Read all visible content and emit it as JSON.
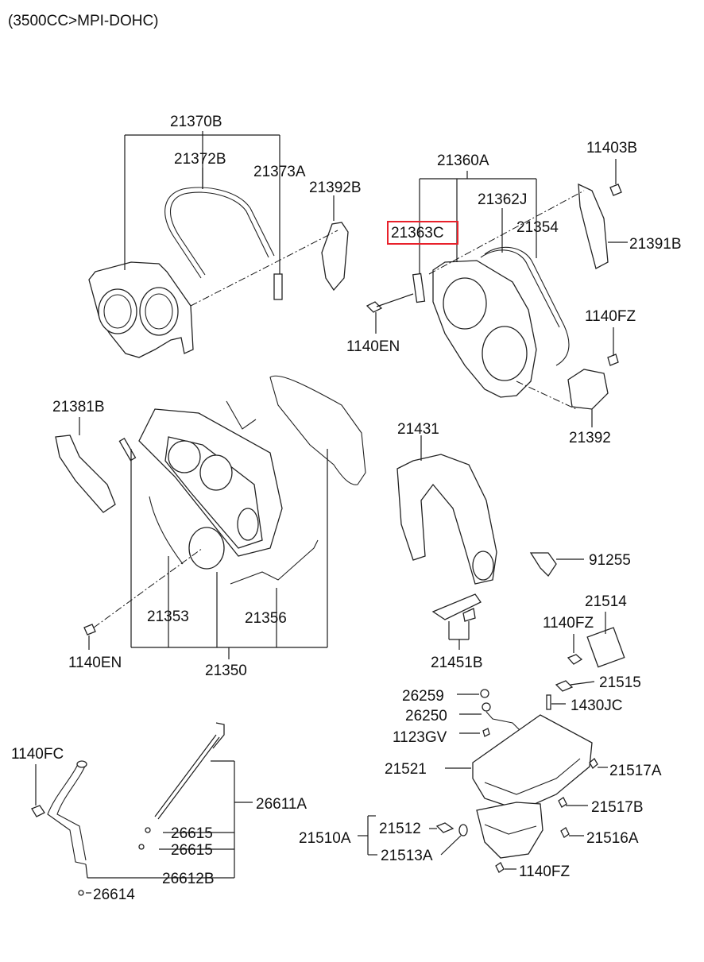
{
  "header": {
    "engine_spec": "(3500CC>MPI-DOHC)"
  },
  "highlight_color": "#e8212b",
  "labels": {
    "p21370B": "21370B",
    "p21372B": "21372B",
    "p21373A": "21373A",
    "p21392B": "21392B",
    "p21360A": "21360A",
    "p11403B": "11403B",
    "p21362J": "21362J",
    "p21363C": "21363C",
    "p21354": "21354",
    "p21391B": "21391B",
    "p1140FZ_a": "1140FZ",
    "p1140EN_a": "1140EN",
    "p21392": "21392",
    "p21381B": "21381B",
    "p21431": "21431",
    "p91255": "91255",
    "p21514": "21514",
    "p1140FZ_b": "1140FZ",
    "p21353": "21353",
    "p21356": "21356",
    "p1140EN_b": "1140EN",
    "p21350": "21350",
    "p21451B": "21451B",
    "p21515": "21515",
    "p26259": "26259",
    "p26250": "26250",
    "p1430JC": "1430JC",
    "p1123GV": "1123GV",
    "p21521": "21521",
    "p21517A": "21517A",
    "p21517B": "21517B",
    "p21512": "21512",
    "p21510A": "21510A",
    "p21516A": "21516A",
    "p21513A": "21513A",
    "p1140FZ_c": "1140FZ",
    "p1140FC": "1140FC",
    "p26611A": "26611A",
    "p26615_a": "26615",
    "p26615_b": "26615",
    "p26612B": "26612B",
    "p26614": "26614"
  }
}
